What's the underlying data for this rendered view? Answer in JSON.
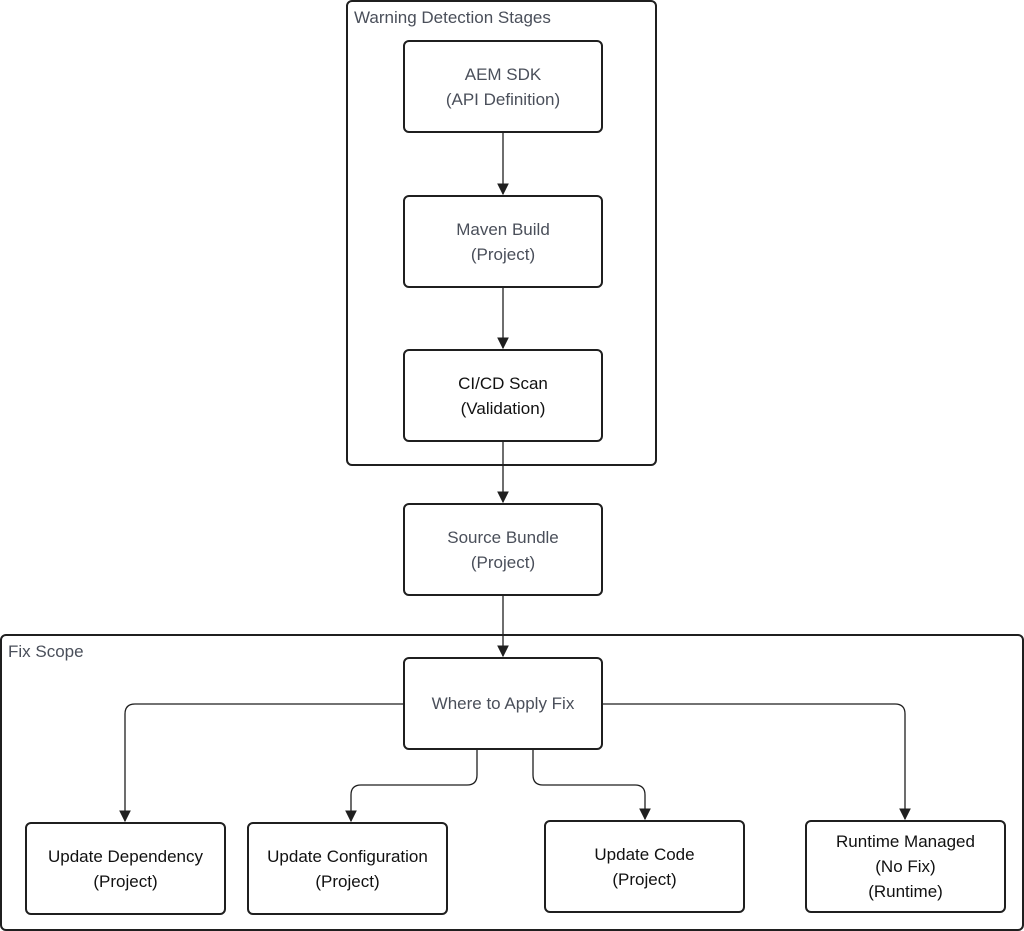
{
  "groups": {
    "detection": {
      "label": "Warning Detection Stages"
    },
    "fix": {
      "label": "Fix Scope"
    }
  },
  "nodes": {
    "aem_sdk": {
      "line1": "AEM SDK",
      "line2": "(API Definition)"
    },
    "maven_build": {
      "line1": "Maven Build",
      "line2": "(Project)"
    },
    "cicd_scan": {
      "line1": "CI/CD Scan",
      "line2": "(Validation)"
    },
    "source_bundle": {
      "line1": "Source Bundle",
      "line2": "(Project)"
    },
    "where_fix": {
      "line1": "Where to Apply Fix"
    },
    "update_dependency": {
      "line1": "Update Dependency",
      "line2": "(Project)"
    },
    "update_configuration": {
      "line1": "Update Configuration",
      "line2": "(Project)"
    },
    "update_code": {
      "line1": "Update Code",
      "line2": "(Project)"
    },
    "runtime_managed": {
      "line1": "Runtime Managed",
      "line2": "(No Fix)",
      "line3": "(Runtime)"
    }
  },
  "colors": {
    "stroke": "#1f1f1f",
    "muted_text": "#4a4f5a",
    "dark_text": "#111111",
    "background": "#ffffff"
  }
}
